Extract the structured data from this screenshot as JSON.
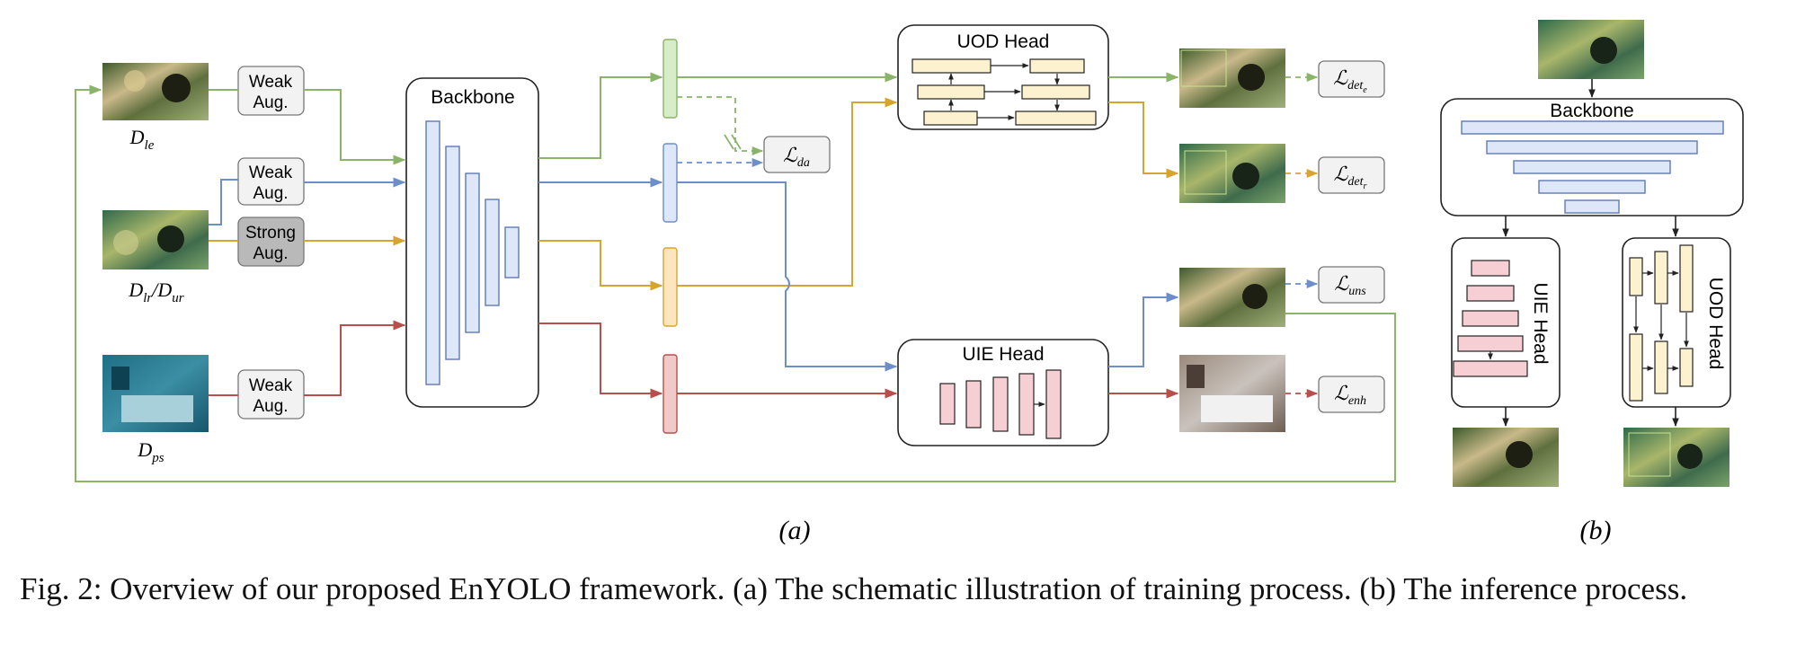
{
  "colors": {
    "green": "#8ab46a",
    "blue": "#6d8ec9",
    "orange": "#d7a42f",
    "red": "#b7504c",
    "blue_fill": "#dde7f7",
    "blue_stroke": "#5f79b5",
    "green_fill": "#d7ecc9",
    "orange_fill": "#fde6bf",
    "red_fill": "#f2c9c9",
    "yellow_fill": "#fdf2cf",
    "pink_fill": "#f5cfd3",
    "gray_box": "#f2f2f2",
    "dark_box": "#b9b9b9"
  },
  "panel_a": {
    "inputs": {
      "d_le": {
        "label": "le"
      },
      "d_lr_ur": {
        "label_a": "lr",
        "label_b": "ur"
      },
      "d_ps": {
        "label": "ps"
      }
    },
    "aug": {
      "weak_1": {
        "l1": "Weak",
        "l2": "Aug."
      },
      "weak_2": {
        "l1": "Weak",
        "l2": "Aug."
      },
      "strong": {
        "l1": "Strong",
        "l2": "Aug."
      },
      "weak_3": {
        "l1": "Weak",
        "l2": "Aug."
      }
    },
    "backbone": "Backbone",
    "uod_head": "UOD Head",
    "uie_head": "UIE Head",
    "losses": {
      "da": "da",
      "det_e": {
        "main": "det",
        "sub": "e"
      },
      "det_r": {
        "main": "det",
        "sub": "r"
      },
      "uns": "uns",
      "enh": "enh"
    },
    "symbol_L": "ℒ",
    "symbol_D": "D",
    "label": "(a)"
  },
  "panel_b": {
    "backbone": "Backbone",
    "uie_head": "UIE Head",
    "uod_head": "UOD Head",
    "label": "(b)"
  },
  "caption": "Fig. 2: Overview of our proposed EnYOLO framework. (a) The schematic illustration of training process. (b) The inference process."
}
